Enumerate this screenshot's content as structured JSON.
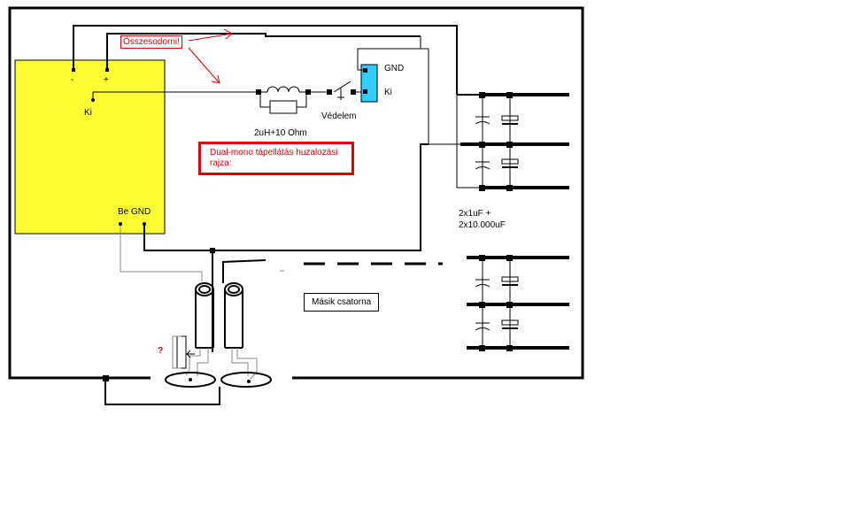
{
  "labels": {
    "minus": "-",
    "plus": "+",
    "ki_left": "Ki",
    "be_gnd": "Be GND",
    "note_twist": "Összesodorni!",
    "inductor_spec": "2uH+10 Ohm",
    "protection": "Védelem",
    "gnd": "GND",
    "ki_right": "Ki",
    "title": "Dual-mono tápellátás huzalozási rajza:",
    "caps_spec_line1": "2x1uF +",
    "caps_spec_line2": "2x10.000uF",
    "other_channel": "Másik csatorna",
    "question": "?"
  },
  "colors": {
    "module_fill": "#ffff33",
    "wire": "#000000",
    "note": "#e00000",
    "connector": "#33ccff",
    "frame": "#000000"
  }
}
